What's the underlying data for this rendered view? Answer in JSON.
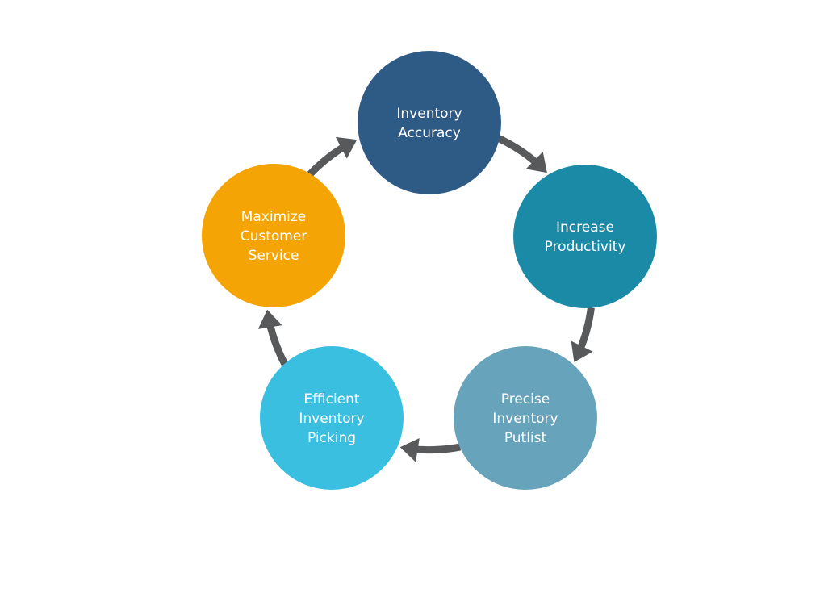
{
  "diagram": {
    "type": "cycle",
    "arrow_color": "#58595b",
    "nodes": [
      {
        "id": "inventory-accuracy",
        "lines": [
          "Inventory",
          "Accuracy"
        ],
        "color": "#2e5a86"
      },
      {
        "id": "increase-productivity",
        "lines": [
          "Increase",
          "Productivity"
        ],
        "color": "#1a8aa7"
      },
      {
        "id": "precise-inventory-putlist",
        "lines": [
          "Precise",
          "Inventory",
          "Putlist"
        ],
        "color": "#67a3ba"
      },
      {
        "id": "efficient-inventory-picking",
        "lines": [
          "Efficient",
          "Inventory",
          "Picking"
        ],
        "color": "#3bbfe1"
      },
      {
        "id": "maximize-customer-service",
        "lines": [
          "Maximize",
          "Customer",
          "Service"
        ],
        "color": "#f4a505"
      }
    ],
    "edges": [
      {
        "from": "inventory-accuracy",
        "to": "increase-productivity"
      },
      {
        "from": "increase-productivity",
        "to": "precise-inventory-putlist"
      },
      {
        "from": "precise-inventory-putlist",
        "to": "efficient-inventory-picking"
      },
      {
        "from": "efficient-inventory-picking",
        "to": "maximize-customer-service"
      },
      {
        "from": "maximize-customer-service",
        "to": "inventory-accuracy"
      }
    ]
  }
}
